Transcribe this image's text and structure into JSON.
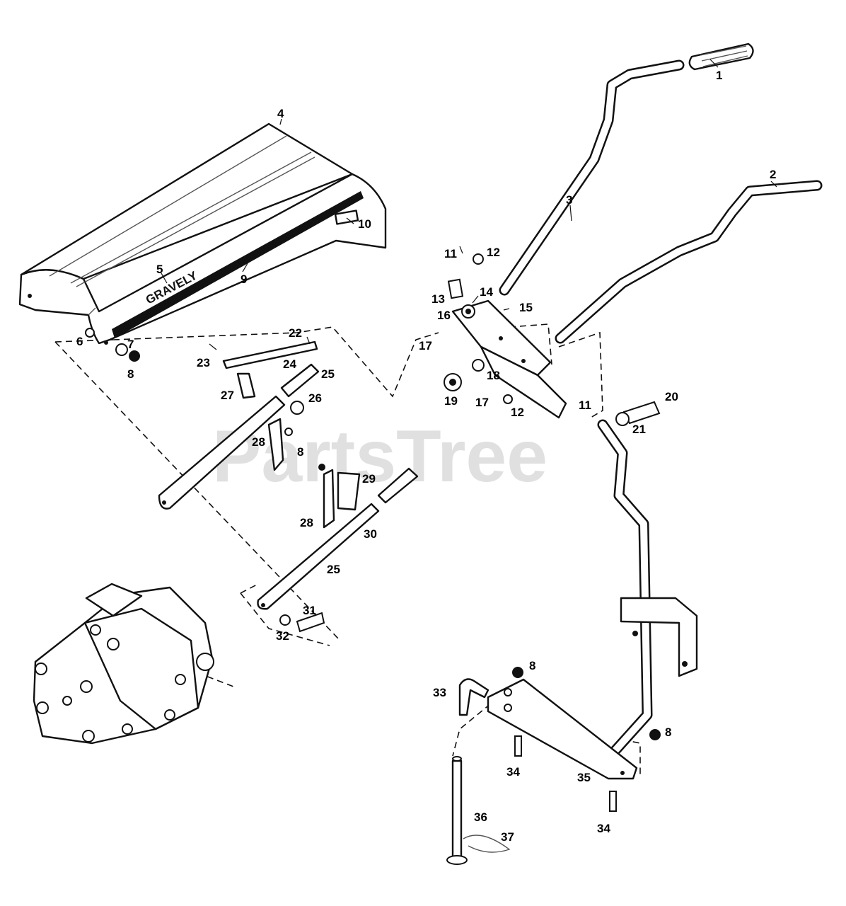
{
  "watermark": "PartsTree",
  "cover": {
    "logo_text": "GRAVELY"
  },
  "callouts": [
    {
      "id": "c1",
      "text": "1"
    },
    {
      "id": "c2",
      "text": "2"
    },
    {
      "id": "c3",
      "text": "3"
    },
    {
      "id": "c4",
      "text": "4"
    },
    {
      "id": "c5",
      "text": "5"
    },
    {
      "id": "c6",
      "text": "6"
    },
    {
      "id": "c7",
      "text": "7"
    },
    {
      "id": "c8a",
      "text": "8"
    },
    {
      "id": "c9",
      "text": "9"
    },
    {
      "id": "c10",
      "text": "10"
    },
    {
      "id": "c11a",
      "text": "11"
    },
    {
      "id": "c12a",
      "text": "12"
    },
    {
      "id": "c13",
      "text": "13"
    },
    {
      "id": "c14",
      "text": "14"
    },
    {
      "id": "c15",
      "text": "15"
    },
    {
      "id": "c16",
      "text": "16"
    },
    {
      "id": "c17a",
      "text": "17"
    },
    {
      "id": "c18",
      "text": "18"
    },
    {
      "id": "c19",
      "text": "19"
    },
    {
      "id": "c17b",
      "text": "17"
    },
    {
      "id": "c12b",
      "text": "12"
    },
    {
      "id": "c11b",
      "text": "11"
    },
    {
      "id": "c20",
      "text": "20"
    },
    {
      "id": "c21",
      "text": "21"
    },
    {
      "id": "c22",
      "text": "22"
    },
    {
      "id": "c23",
      "text": "23"
    },
    {
      "id": "c24",
      "text": "24"
    },
    {
      "id": "c25a",
      "text": "25"
    },
    {
      "id": "c26",
      "text": "26"
    },
    {
      "id": "c27",
      "text": "27"
    },
    {
      "id": "c28a",
      "text": "28"
    },
    {
      "id": "c8b",
      "text": "8"
    },
    {
      "id": "c29",
      "text": "29"
    },
    {
      "id": "c28b",
      "text": "28"
    },
    {
      "id": "c30",
      "text": "30"
    },
    {
      "id": "c25b",
      "text": "25"
    },
    {
      "id": "c31",
      "text": "31"
    },
    {
      "id": "c32",
      "text": "32"
    },
    {
      "id": "c33",
      "text": "33"
    },
    {
      "id": "c8c",
      "text": "8"
    },
    {
      "id": "c8d",
      "text": "8"
    },
    {
      "id": "c34a",
      "text": "34"
    },
    {
      "id": "c35",
      "text": "35"
    },
    {
      "id": "c34b",
      "text": "34"
    },
    {
      "id": "c36",
      "text": "36"
    },
    {
      "id": "c37",
      "text": "37"
    }
  ]
}
